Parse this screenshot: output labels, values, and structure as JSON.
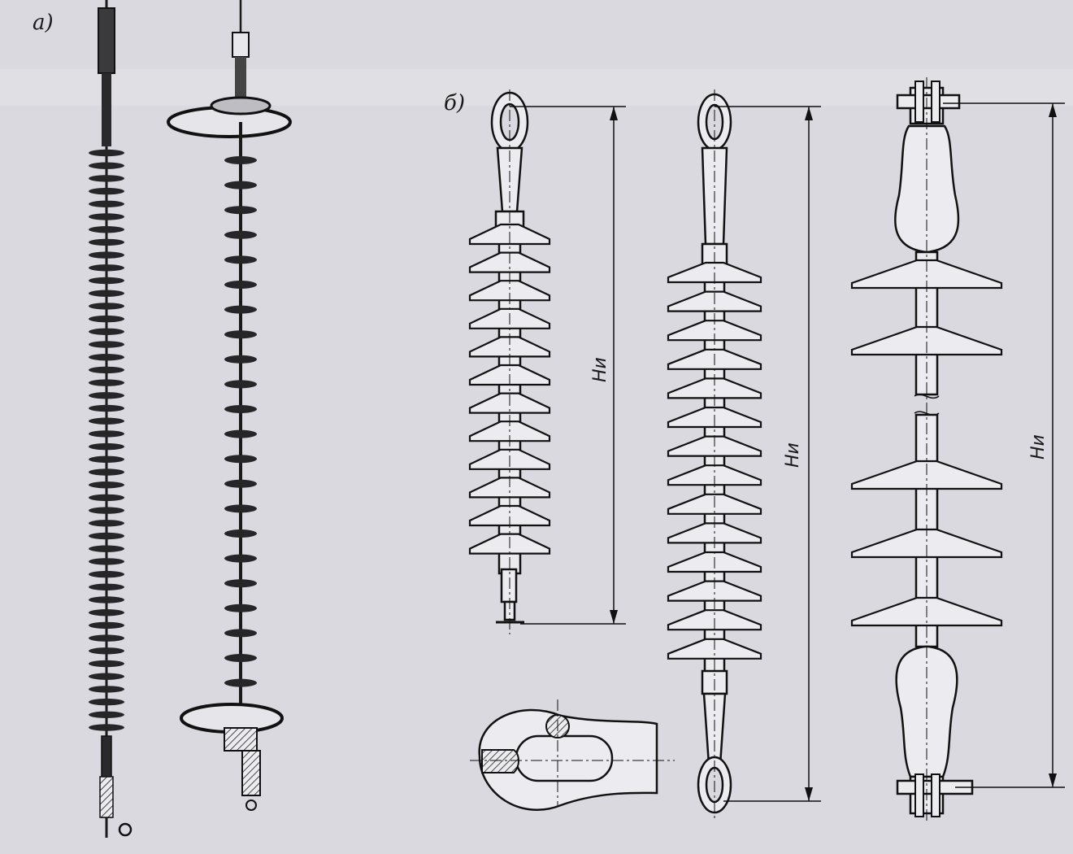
{
  "labels": {
    "part_a": "а)",
    "part_b": "б)",
    "height_mark_1": "Hи",
    "height_mark_2": "Hи",
    "height_mark_3": "Hи"
  },
  "colors": {
    "paper": "#d9d9df",
    "ink": "#1a1a1a",
    "insulator_fill": "#ececf0",
    "dark_shed": "#262628"
  }
}
